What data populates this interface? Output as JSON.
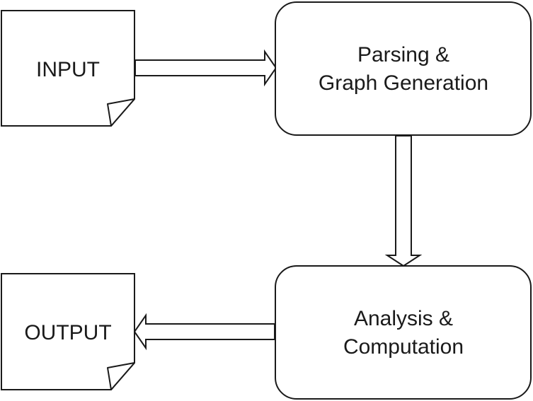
{
  "diagram": {
    "input_label": "INPUT",
    "output_label": "OUTPUT",
    "parsing": {
      "line1": "Parsing &",
      "line2": "Graph Generation"
    },
    "analysis": {
      "line1": "Analysis &",
      "line2": "Computation"
    },
    "stroke_color": "#1a1a1a",
    "fill_color": "#ffffff"
  }
}
